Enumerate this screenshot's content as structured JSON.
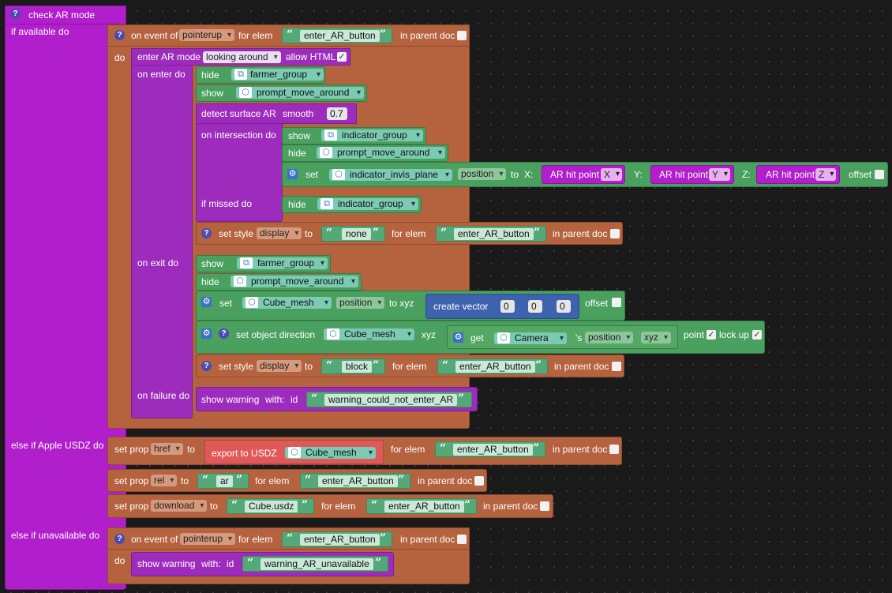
{
  "main": {
    "title": "check AR mode",
    "if_available": "if available do",
    "else_apple": "else if Apple USDZ do",
    "else_unavailable": "else if unavailable do"
  },
  "event1": {
    "on_event": "on event of",
    "event": "pointerup",
    "for_elem": "for elem",
    "elem": "enter_AR_button",
    "in_parent": "in parent doc",
    "do": "do"
  },
  "enter": {
    "label": "enter AR mode",
    "mode": "looking around",
    "allow_html": "allow HTML",
    "allow_html_checked": "✓",
    "on_enter": "on enter do",
    "on_exit": "on exit do",
    "on_failure": "on failure do"
  },
  "enter_do": {
    "hide": "hide",
    "hide_target": "farmer_group",
    "show": "show",
    "show_target": "prompt_move_around",
    "detect": "detect surface AR",
    "smooth": "smooth",
    "smooth_value": "0.7",
    "on_intersection": "on intersection do",
    "i_show": "show",
    "i_show_target": "indicator_group",
    "i_hide": "hide",
    "i_hide_target": "prompt_move_around",
    "set": "set",
    "set_target": "indicator_invis_plane",
    "set_prop": "position",
    "to": "to",
    "x": "X:",
    "y": "Y:",
    "z": "Z:",
    "ar_hit": "AR hit point",
    "x_axis": "X",
    "y_axis": "Y",
    "z_axis": "Z",
    "offset": "offset",
    "if_missed": "if missed do",
    "m_hide": "hide",
    "m_hide_target": "indicator_group",
    "style": "set style",
    "style_prop": "display",
    "style_to": "to",
    "style_value": "none",
    "style_for": "for elem",
    "style_elem": "enter_AR_button",
    "style_parent": "in parent doc"
  },
  "exit_do": {
    "show": "show",
    "show_target": "farmer_group",
    "hide": "hide",
    "hide_target": "prompt_move_around",
    "set": "set",
    "set_target": "Cube_mesh",
    "set_prop": "position",
    "to_xyz": "to xyz",
    "create_vector": "create vector",
    "v1": "0",
    "v2": "0",
    "v3": "0",
    "offset": "offset",
    "dir": "set object direction",
    "dir_target": "Cube_mesh",
    "xyz": "xyz",
    "get": "get",
    "get_target": "Camera",
    "get_s": "'s",
    "get_prop": "position",
    "get_xyz": "xyz",
    "point": "point",
    "point_check": "✓",
    "lockup": "lock up",
    "lockup_check": "✓",
    "style": "set style",
    "style_prop": "display",
    "style_to": "to",
    "style_value": "block",
    "style_for": "for elem",
    "style_elem": "enter_AR_button",
    "style_parent": "in parent doc"
  },
  "failure": {
    "label": "show warning",
    "with": "with:",
    "id": "id",
    "value": "warning_could_not_enter_AR"
  },
  "apple": {
    "set_prop": "set prop",
    "p1": "href",
    "to": "to",
    "export": "export to USDZ",
    "export_target": "Cube_mesh",
    "for_elem": "for elem",
    "elem": "enter_AR_button",
    "in_parent": "in parent doc",
    "p2": "rel",
    "v2": "ar",
    "p3": "download",
    "v3": "Cube.usdz"
  },
  "unavailable": {
    "on_event": "on event of",
    "event": "pointerup",
    "for_elem": "for elem",
    "elem": "enter_AR_button",
    "in_parent": "in parent doc",
    "do": "do",
    "warn": "show warning",
    "with": "with:",
    "id": "id",
    "value": "warning_AR_unavailable"
  }
}
